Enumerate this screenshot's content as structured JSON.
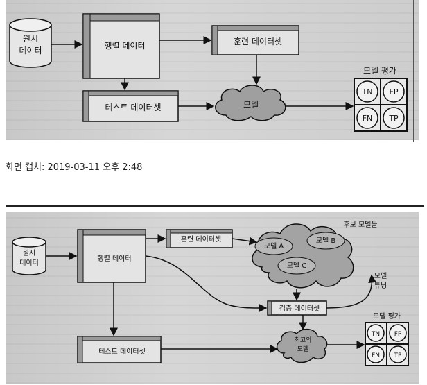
{
  "figure1": {
    "nodes": {
      "raw_data": [
        "원시",
        "데이터"
      ],
      "matrix_data": "행렬 데이터",
      "train_set": "훈련 데이터셋",
      "test_set": "테스트 데이터셋",
      "model": "모델",
      "eval_title": "모델 평가"
    },
    "confusion": [
      "TN",
      "FP",
      "FN",
      "TP"
    ]
  },
  "caption": "화면 캡처: 2019-03-11 오후 2:48",
  "figure2": {
    "nodes": {
      "raw_data": [
        "원시",
        "데이터"
      ],
      "matrix_data": "행렬 데이터",
      "train_set": "훈련 데이터셋",
      "candidates_title": "후보 모델들",
      "model_a": "모델 A",
      "model_b": "모델 B",
      "model_c": "모델 C",
      "tuning": [
        "모델",
        "튜닝"
      ],
      "validation_set": "검증 데이터셋",
      "test_set": "테스트 데이터셋",
      "best_model": [
        "최고의",
        "모델"
      ],
      "eval_title": "모델 평가"
    },
    "confusion": [
      "TN",
      "FP",
      "FN",
      "TP"
    ]
  }
}
